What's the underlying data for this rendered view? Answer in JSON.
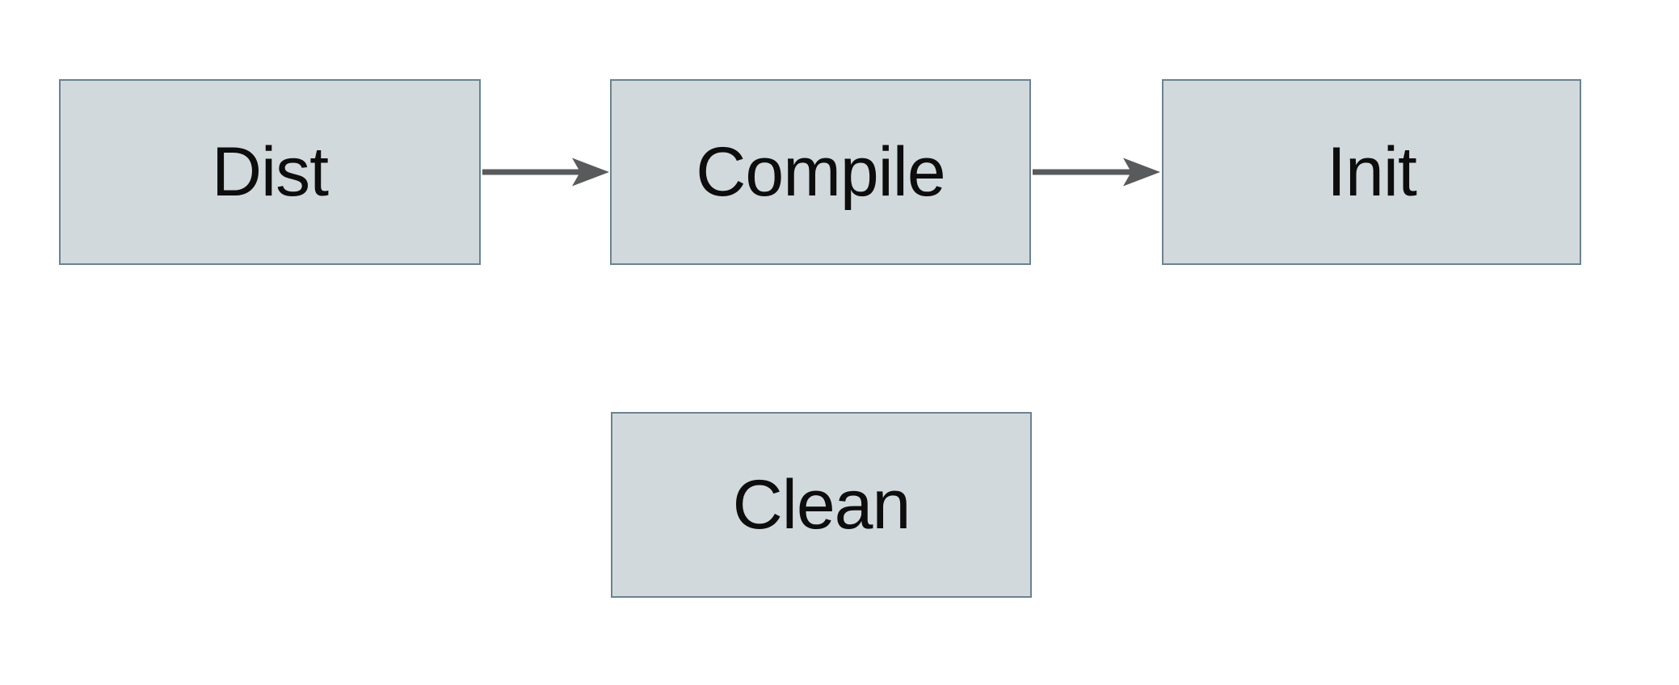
{
  "diagram": {
    "type": "flowchart",
    "nodes": [
      {
        "id": "dist",
        "label": "Dist"
      },
      {
        "id": "compile",
        "label": "Compile"
      },
      {
        "id": "init",
        "label": "Init"
      },
      {
        "id": "clean",
        "label": "Clean"
      }
    ],
    "edges": [
      {
        "from": "dist",
        "to": "compile",
        "style": "arrow-right"
      },
      {
        "from": "compile",
        "to": "init",
        "style": "arrow-right"
      }
    ]
  },
  "colors": {
    "background": "#ffffff",
    "node_fill": "#d2d9dc",
    "node_border": "#6b8290",
    "arrow": "#595a5c",
    "label_text": "#0d0d0d"
  }
}
